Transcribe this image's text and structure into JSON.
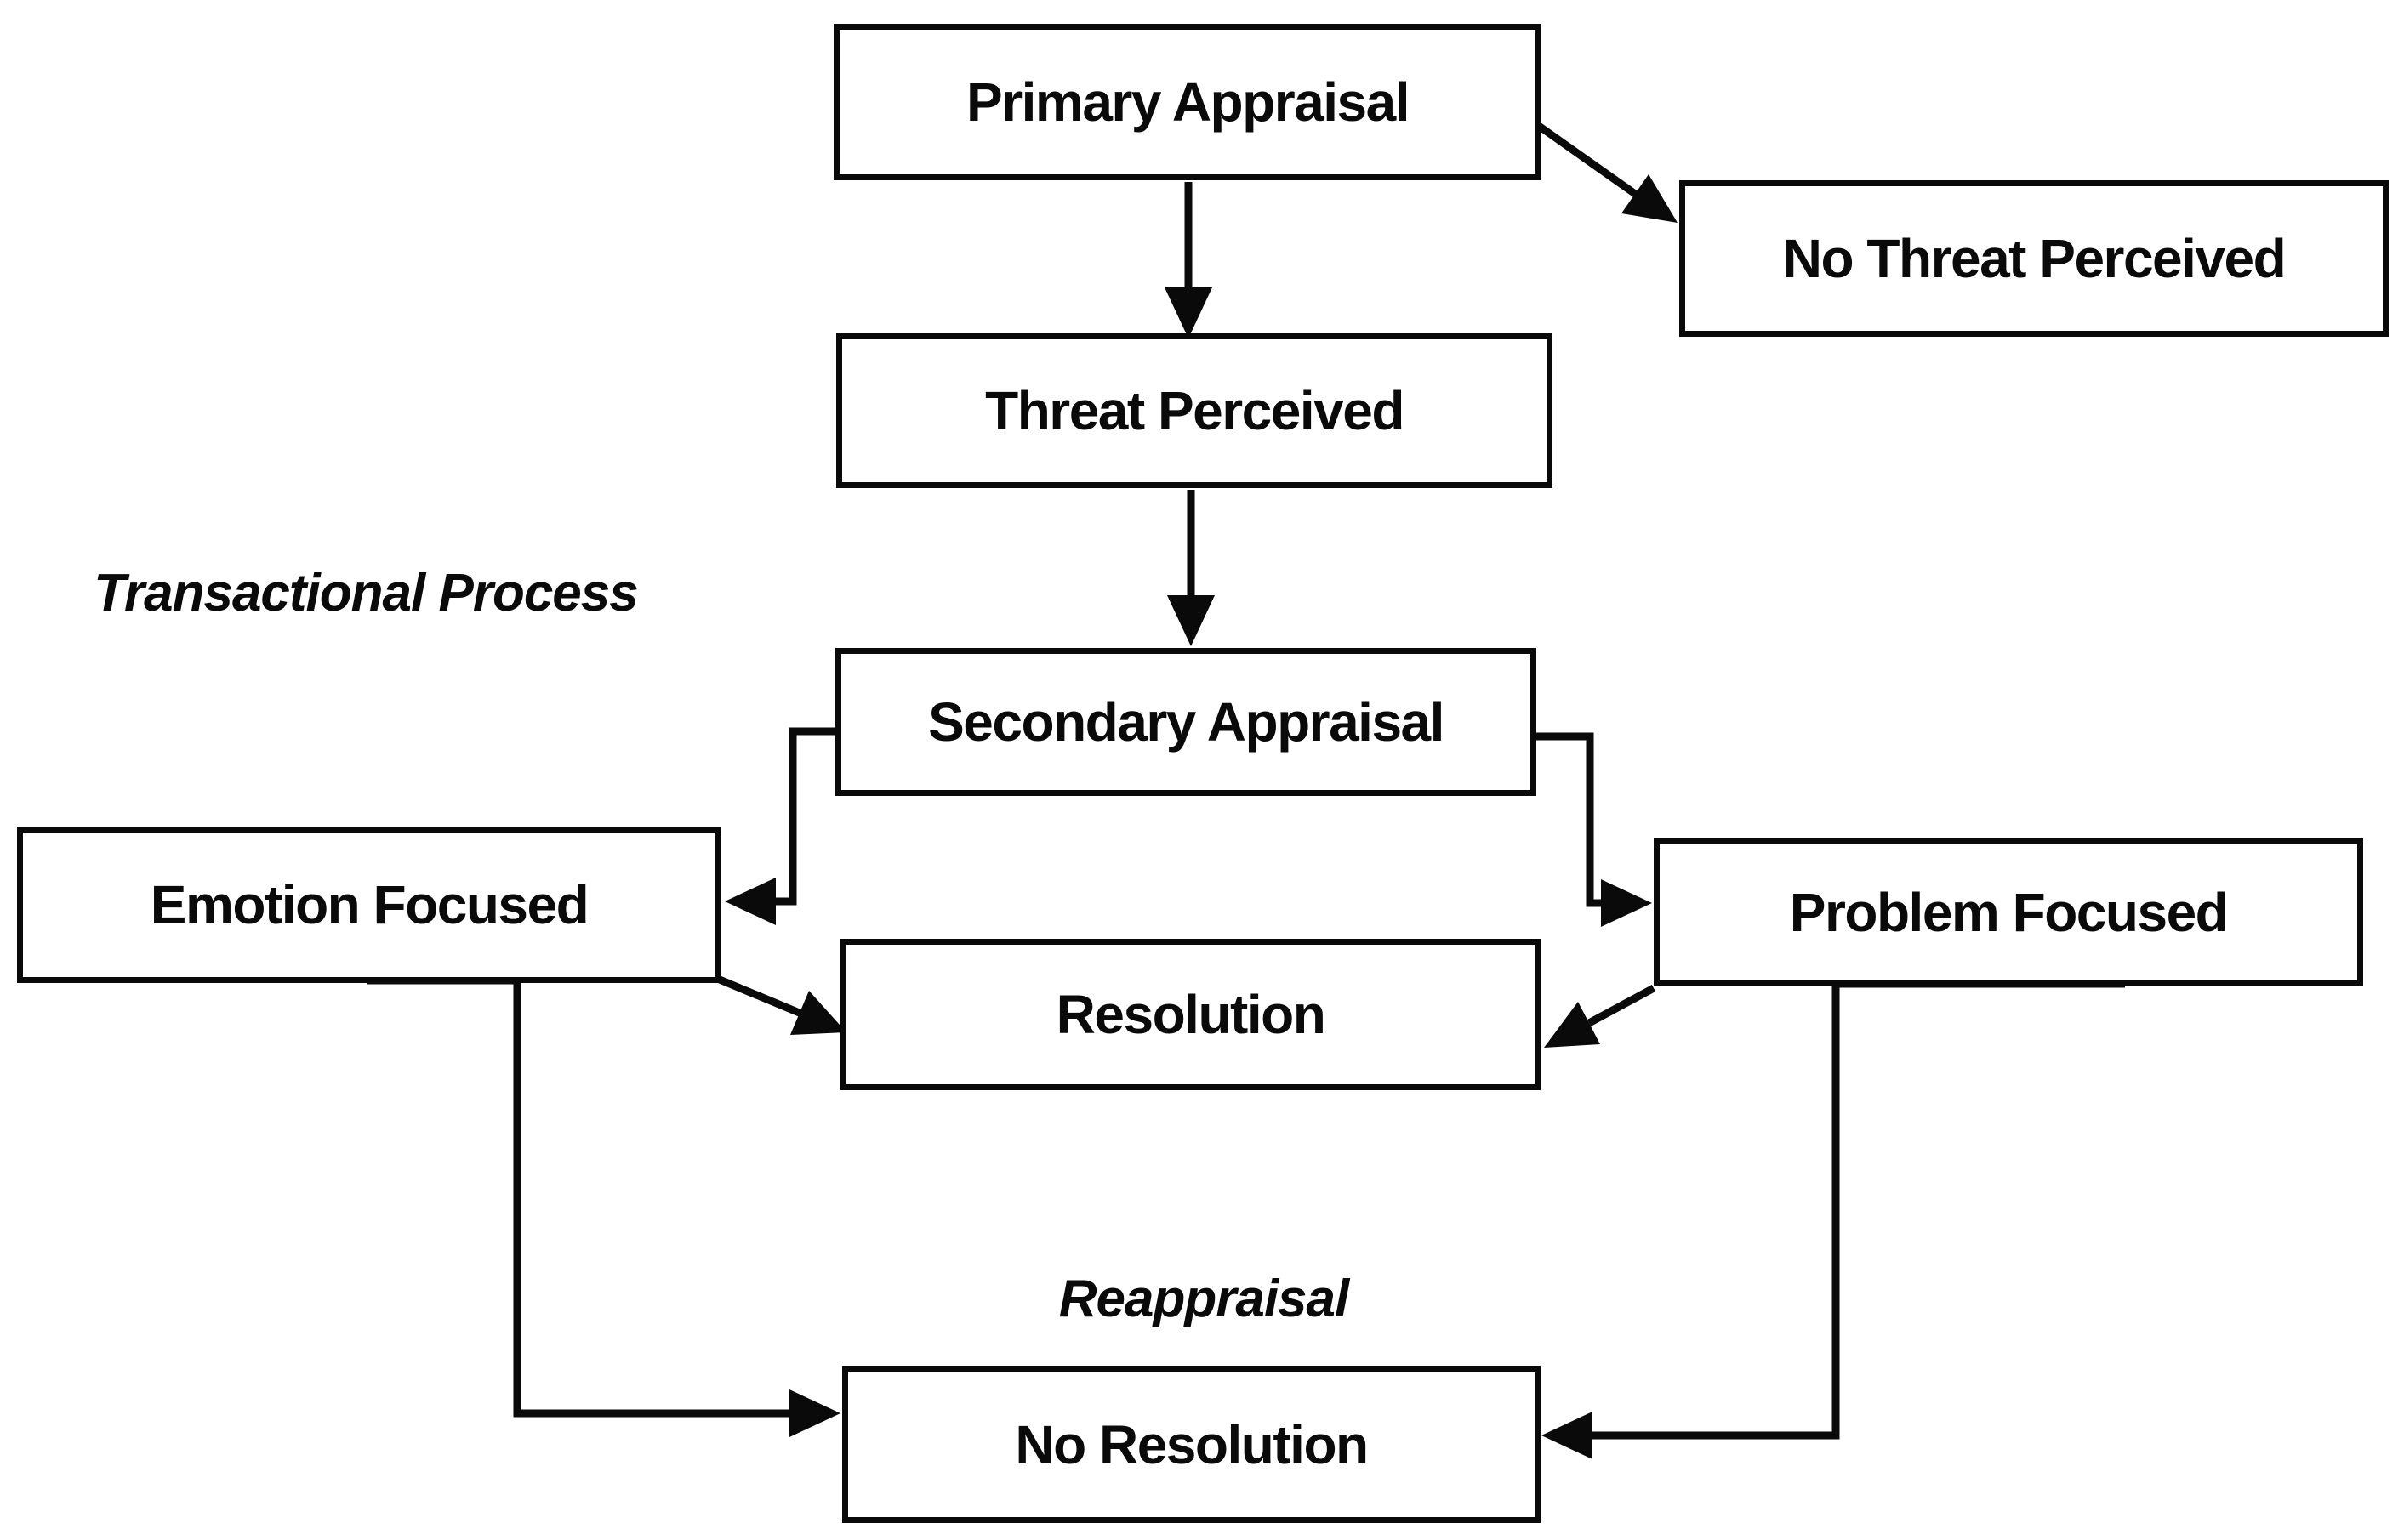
{
  "diagram": {
    "type": "flowchart",
    "background_color": "#ffffff",
    "line_color": "#0a0a0a",
    "box_fill_color": "#ffffff",
    "text_color": "#0a0a0a",
    "nodes": {
      "primary_appraisal": {
        "label": "Primary Appraisal"
      },
      "no_threat_perceived": {
        "label": "No Threat Perceived"
      },
      "threat_perceived": {
        "label": "Threat Perceived"
      },
      "secondary_appraisal": {
        "label": "Secondary Appraisal"
      },
      "emotion_focused": {
        "label": "Emotion Focused"
      },
      "problem_focused": {
        "label": "Problem Focused"
      },
      "resolution": {
        "label": "Resolution"
      },
      "no_resolution": {
        "label": "No Resolution"
      }
    },
    "annotations": {
      "transactional_process": {
        "label": "Transactional Process"
      },
      "reappraisal": {
        "label": "Reappraisal"
      }
    },
    "edges": [
      {
        "from": "Primary Appraisal",
        "to": "Threat Perceived",
        "shape": "straight-down-arrow"
      },
      {
        "from": "Primary Appraisal",
        "to": "No Threat Perceived",
        "shape": "diagonal-arrow"
      },
      {
        "from": "Threat Perceived",
        "to": "Secondary Appraisal",
        "shape": "straight-down-arrow"
      },
      {
        "from": "Secondary Appraisal",
        "to": "Emotion Focused",
        "shape": "elbow-left-arrow"
      },
      {
        "from": "Secondary Appraisal",
        "to": "Problem Focused",
        "shape": "elbow-right-arrow"
      },
      {
        "from": "Emotion Focused",
        "to": "Resolution",
        "shape": "diagonal-arrow"
      },
      {
        "from": "Problem Focused",
        "to": "Resolution",
        "shape": "diagonal-arrow"
      },
      {
        "from": "Emotion Focused",
        "to": "No Resolution",
        "shape": "elbow-down-right-arrow"
      },
      {
        "from": "Problem Focused",
        "to": "No Resolution",
        "shape": "elbow-down-left-arrow"
      }
    ]
  }
}
